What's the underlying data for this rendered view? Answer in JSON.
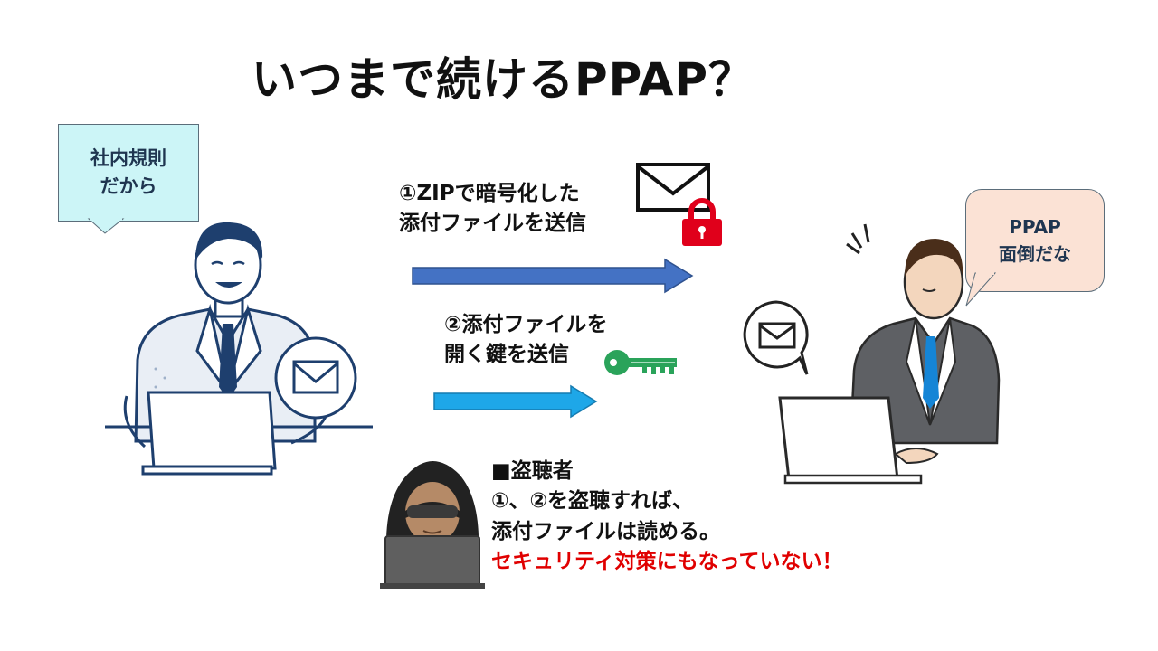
{
  "title": "いつまで続けるPPAP？",
  "sender_bubble": {
    "line1": "社内規則",
    "line2": "だから"
  },
  "receiver_bubble": {
    "line1": "PPAP",
    "line2": "面倒だな"
  },
  "step1": {
    "line1": "①ZIPで暗号化した",
    "line2": "添付ファイルを送信"
  },
  "step2": {
    "line1": "②添付ファイルを",
    "line2": "開く鍵を送信"
  },
  "eavesdropper": {
    "heading": "■盗聴者",
    "line1": "①、②を盗聴すれば、",
    "line2": "添付ファイルは読める。",
    "warning": "セキュリティ対策にもなっていない！"
  },
  "colors": {
    "arrow1": "#4472c4",
    "arrow2": "#1ea7e8",
    "lock": "#e0001b",
    "key": "#2aa35a",
    "warning": "#e00000",
    "sender_bubble": "#ccf5f7",
    "receiver_bubble": "#fbe2d5"
  },
  "icons": [
    "envelope-icon",
    "padlock-icon",
    "key-icon",
    "mail-circle-icon",
    "hooded-hacker-icon",
    "laptop-icon"
  ]
}
